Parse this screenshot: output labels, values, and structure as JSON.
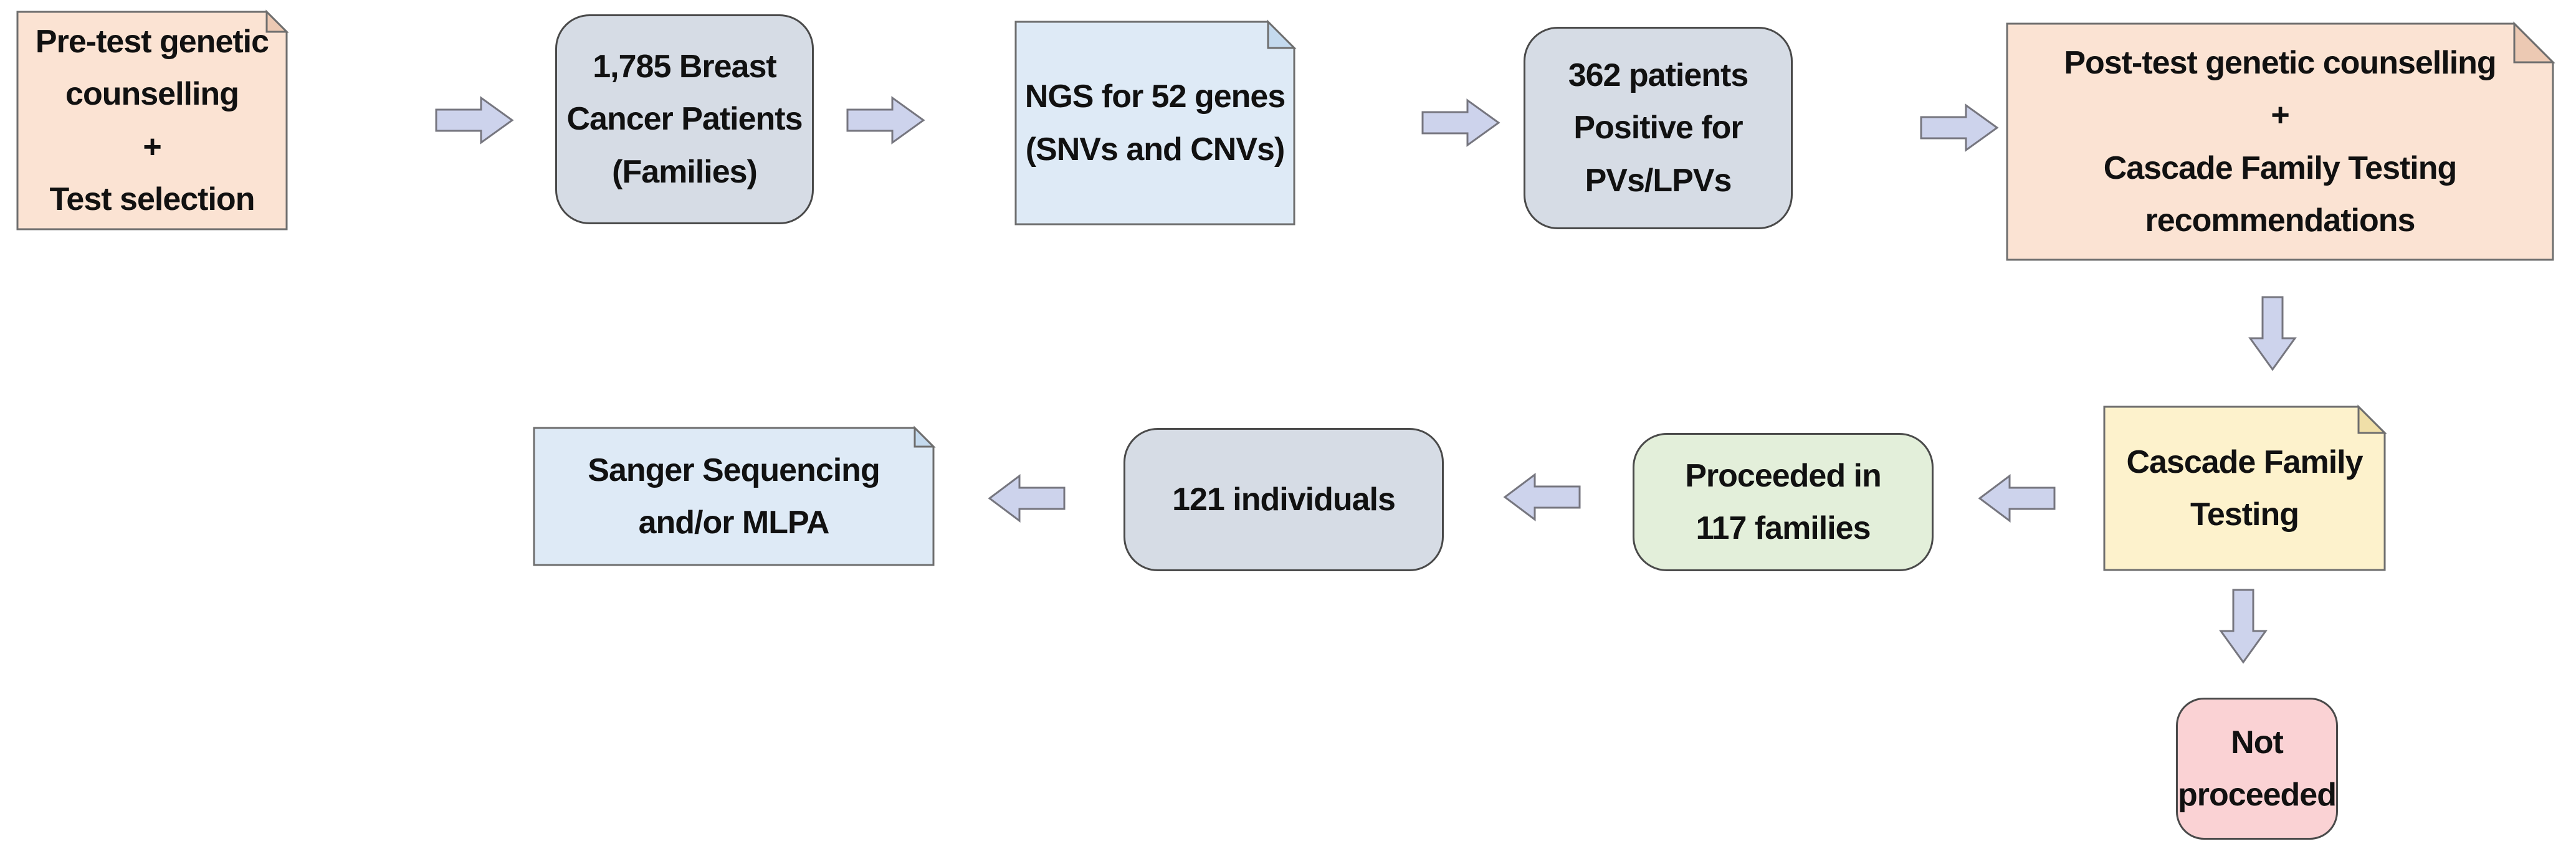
{
  "diagram": {
    "type": "flowchart",
    "title": "",
    "background": "#ffffff",
    "colors": {
      "peach": "#FBE3D3",
      "gray_blue": "#D6DCE5",
      "light_blue": "#DEEAF6",
      "yellow": "#FDF2CC",
      "green": "#E3EFDA",
      "pink": "#FAD2D4",
      "arrow_fill": "#CDD3EC",
      "arrow_stroke": "#76767f",
      "rounded_border": "#4a4a4a",
      "folded_border": "#6e6e6e",
      "text": "#111111"
    },
    "nodes": [
      {
        "id": "pre-test-counselling",
        "shape": "folded-corner",
        "color": "#FBE3D3",
        "lines": [
          "Pre-test genetic",
          "counselling",
          "+",
          "Test selection"
        ]
      },
      {
        "id": "breast-cancer-patients",
        "shape": "rounded",
        "color": "#D6DCE5",
        "lines": [
          "1,785 Breast",
          "Cancer Patients",
          "(Families)"
        ]
      },
      {
        "id": "ngs-52-genes",
        "shape": "folded-corner",
        "color": "#DEEAF6",
        "lines": [
          "NGS for 52 genes",
          "(SNVs and CNVs)"
        ]
      },
      {
        "id": "positive-patients",
        "shape": "rounded",
        "color": "#D6DCE5",
        "lines": [
          "362 patients",
          "Positive for",
          "PVs/LPVs"
        ]
      },
      {
        "id": "post-test-counselling",
        "shape": "folded-corner",
        "color": "#FBE3D3",
        "lines": [
          "Post-test genetic counselling",
          "+",
          "Cascade Family Testing",
          "recommendations"
        ]
      },
      {
        "id": "cascade-family-testing",
        "shape": "folded-corner",
        "color": "#FDF2CC",
        "lines": [
          "Cascade Family",
          "Testing"
        ]
      },
      {
        "id": "proceeded-families",
        "shape": "rounded",
        "color": "#E3EFDA",
        "lines": [
          "Proceeded in",
          "117 families"
        ]
      },
      {
        "id": "individuals",
        "shape": "rounded",
        "color": "#D6DCE5",
        "lines": [
          "121 individuals"
        ]
      },
      {
        "id": "sanger-mlpa",
        "shape": "folded-corner",
        "color": "#DEEAF6",
        "lines": [
          "Sanger Sequencing",
          "and/or MLPA"
        ]
      },
      {
        "id": "not-proceeded",
        "shape": "rounded",
        "color": "#FAD2D4",
        "lines": [
          "Not",
          "proceeded"
        ]
      }
    ],
    "arrows": [
      {
        "from": "pre-test-counselling",
        "to": "breast-cancer-patients",
        "direction": "right"
      },
      {
        "from": "breast-cancer-patients",
        "to": "ngs-52-genes",
        "direction": "right"
      },
      {
        "from": "ngs-52-genes",
        "to": "positive-patients",
        "direction": "right"
      },
      {
        "from": "positive-patients",
        "to": "post-test-counselling",
        "direction": "right"
      },
      {
        "from": "post-test-counselling",
        "to": "cascade-family-testing",
        "direction": "down"
      },
      {
        "from": "cascade-family-testing",
        "to": "proceeded-families",
        "direction": "left"
      },
      {
        "from": "proceeded-families",
        "to": "individuals",
        "direction": "left"
      },
      {
        "from": "individuals",
        "to": "sanger-mlpa",
        "direction": "left"
      },
      {
        "from": "cascade-family-testing",
        "to": "not-proceeded",
        "direction": "down"
      }
    ]
  }
}
